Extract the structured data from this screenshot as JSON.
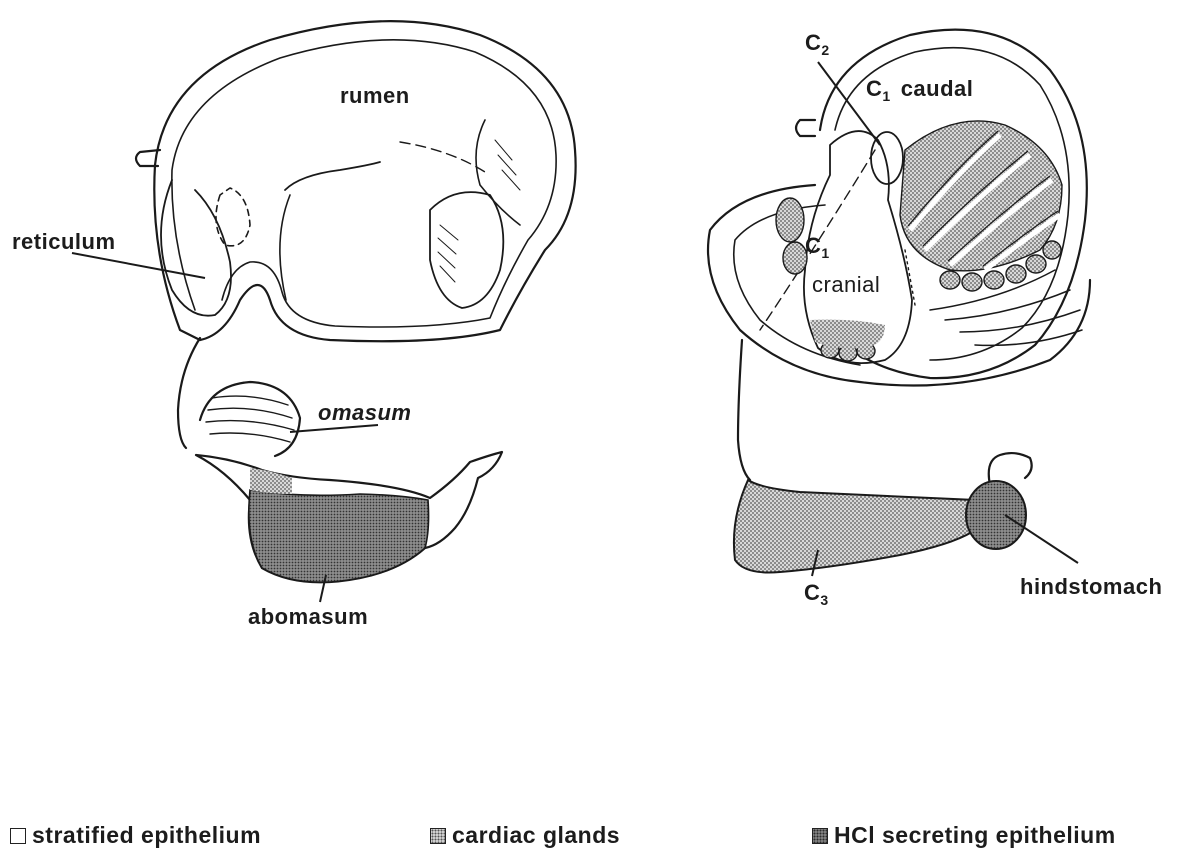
{
  "labels": {
    "rumen": "rumen",
    "reticulum": "reticulum",
    "omasum": "omasum",
    "abomasum": "abomasum",
    "c2_base": "C",
    "c2_sub": "2",
    "c1_caudal_base": "C",
    "c1_caudal_sub": "1",
    "c1_caudal_word": "caudal",
    "c1_cranial_base": "C",
    "c1_cranial_sub": "1",
    "c1_cranial_word": "cranial",
    "c3_base": "C",
    "c3_sub": "3",
    "hindstomach": "hindstomach"
  },
  "legend": [
    {
      "pattern": "blank",
      "label": "stratified epithelium"
    },
    {
      "pattern": "cardiac",
      "label": "cardiac glands"
    },
    {
      "pattern": "hcl",
      "label": "HCl secreting epithelium"
    }
  ],
  "colors": {
    "line": "#1a1a1a",
    "cardiac_fill": "#cfcfcf",
    "hcl_fill": "#8a8a8a"
  }
}
